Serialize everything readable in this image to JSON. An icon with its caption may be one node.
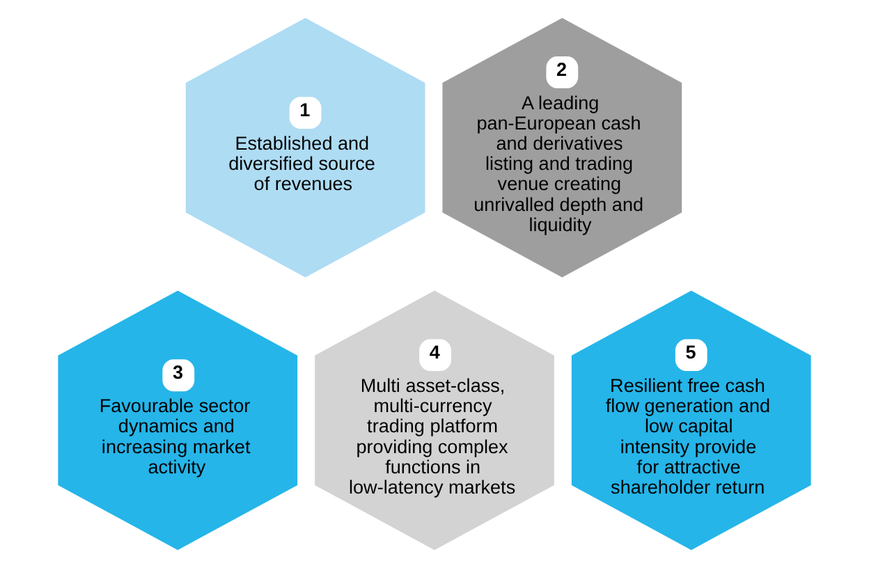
{
  "diagram": {
    "nodes": [
      {
        "text": [
          "1",
          "Established and diversified source of revenues"
        ]
      },
      {
        "text": [
          "2",
          "A leading pan-European cash and derivatives listing and trading venue creating unrivalled depth and liquidity"
        ]
      },
      {
        "text": [
          "3",
          "Favourable sector dynamics and increasing market activity"
        ]
      },
      {
        "text": [
          "4",
          "Multi asset-class, multi-currency trading platform providing complex functions in low-latency markets"
        ]
      },
      {
        "text": [
          "5",
          "Resilient free cash flow generation and low capital intensity provide for attractive shareholder return"
        ]
      }
    ],
    "edges": []
  }
}
